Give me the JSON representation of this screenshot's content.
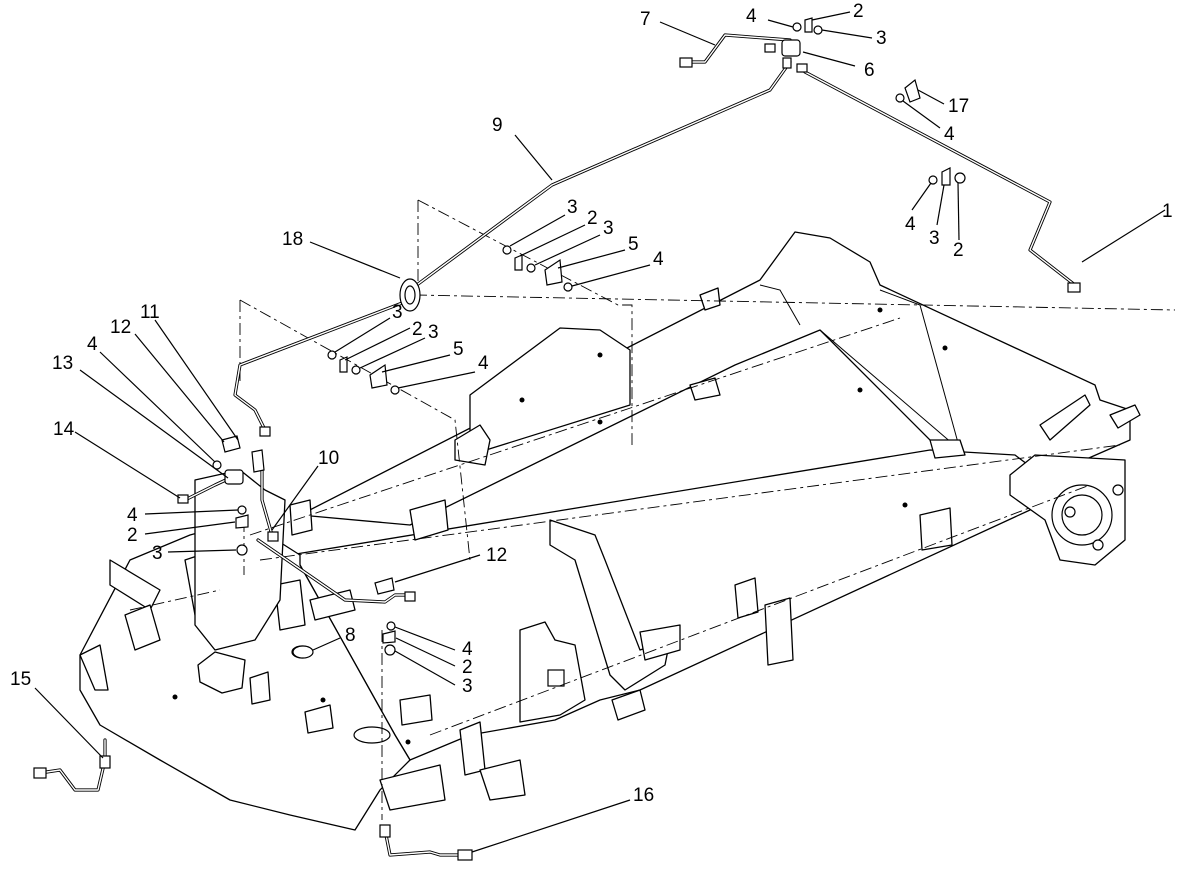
{
  "figure": {
    "callouts": [
      {
        "id": "c1",
        "label": "1"
      },
      {
        "id": "c2a",
        "label": "2"
      },
      {
        "id": "c2b",
        "label": "2"
      },
      {
        "id": "c2c",
        "label": "2"
      },
      {
        "id": "c2d",
        "label": "2"
      },
      {
        "id": "c2e",
        "label": "2"
      },
      {
        "id": "c2f",
        "label": "2"
      },
      {
        "id": "c3a",
        "label": "3"
      },
      {
        "id": "c3b",
        "label": "3"
      },
      {
        "id": "c3c",
        "label": "3"
      },
      {
        "id": "c3d",
        "label": "3"
      },
      {
        "id": "c3e",
        "label": "3"
      },
      {
        "id": "c3f",
        "label": "3"
      },
      {
        "id": "c3g",
        "label": "3"
      },
      {
        "id": "c3h",
        "label": "3"
      },
      {
        "id": "c4a",
        "label": "4"
      },
      {
        "id": "c4b",
        "label": "4"
      },
      {
        "id": "c4c",
        "label": "4"
      },
      {
        "id": "c4d",
        "label": "4"
      },
      {
        "id": "c4e",
        "label": "4"
      },
      {
        "id": "c4f",
        "label": "4"
      },
      {
        "id": "c4g",
        "label": "4"
      },
      {
        "id": "c4h",
        "label": "4"
      },
      {
        "id": "c5a",
        "label": "5"
      },
      {
        "id": "c5b",
        "label": "5"
      },
      {
        "id": "c6",
        "label": "6"
      },
      {
        "id": "c7",
        "label": "7"
      },
      {
        "id": "c8",
        "label": "8"
      },
      {
        "id": "c9",
        "label": "9"
      },
      {
        "id": "c10",
        "label": "10"
      },
      {
        "id": "c11",
        "label": "11"
      },
      {
        "id": "c12a",
        "label": "12"
      },
      {
        "id": "c12b",
        "label": "12"
      },
      {
        "id": "c13",
        "label": "13"
      },
      {
        "id": "c14",
        "label": "14"
      },
      {
        "id": "c15",
        "label": "15"
      },
      {
        "id": "c16",
        "label": "16"
      },
      {
        "id": "c17",
        "label": "17"
      },
      {
        "id": "c18",
        "label": "18"
      }
    ]
  }
}
